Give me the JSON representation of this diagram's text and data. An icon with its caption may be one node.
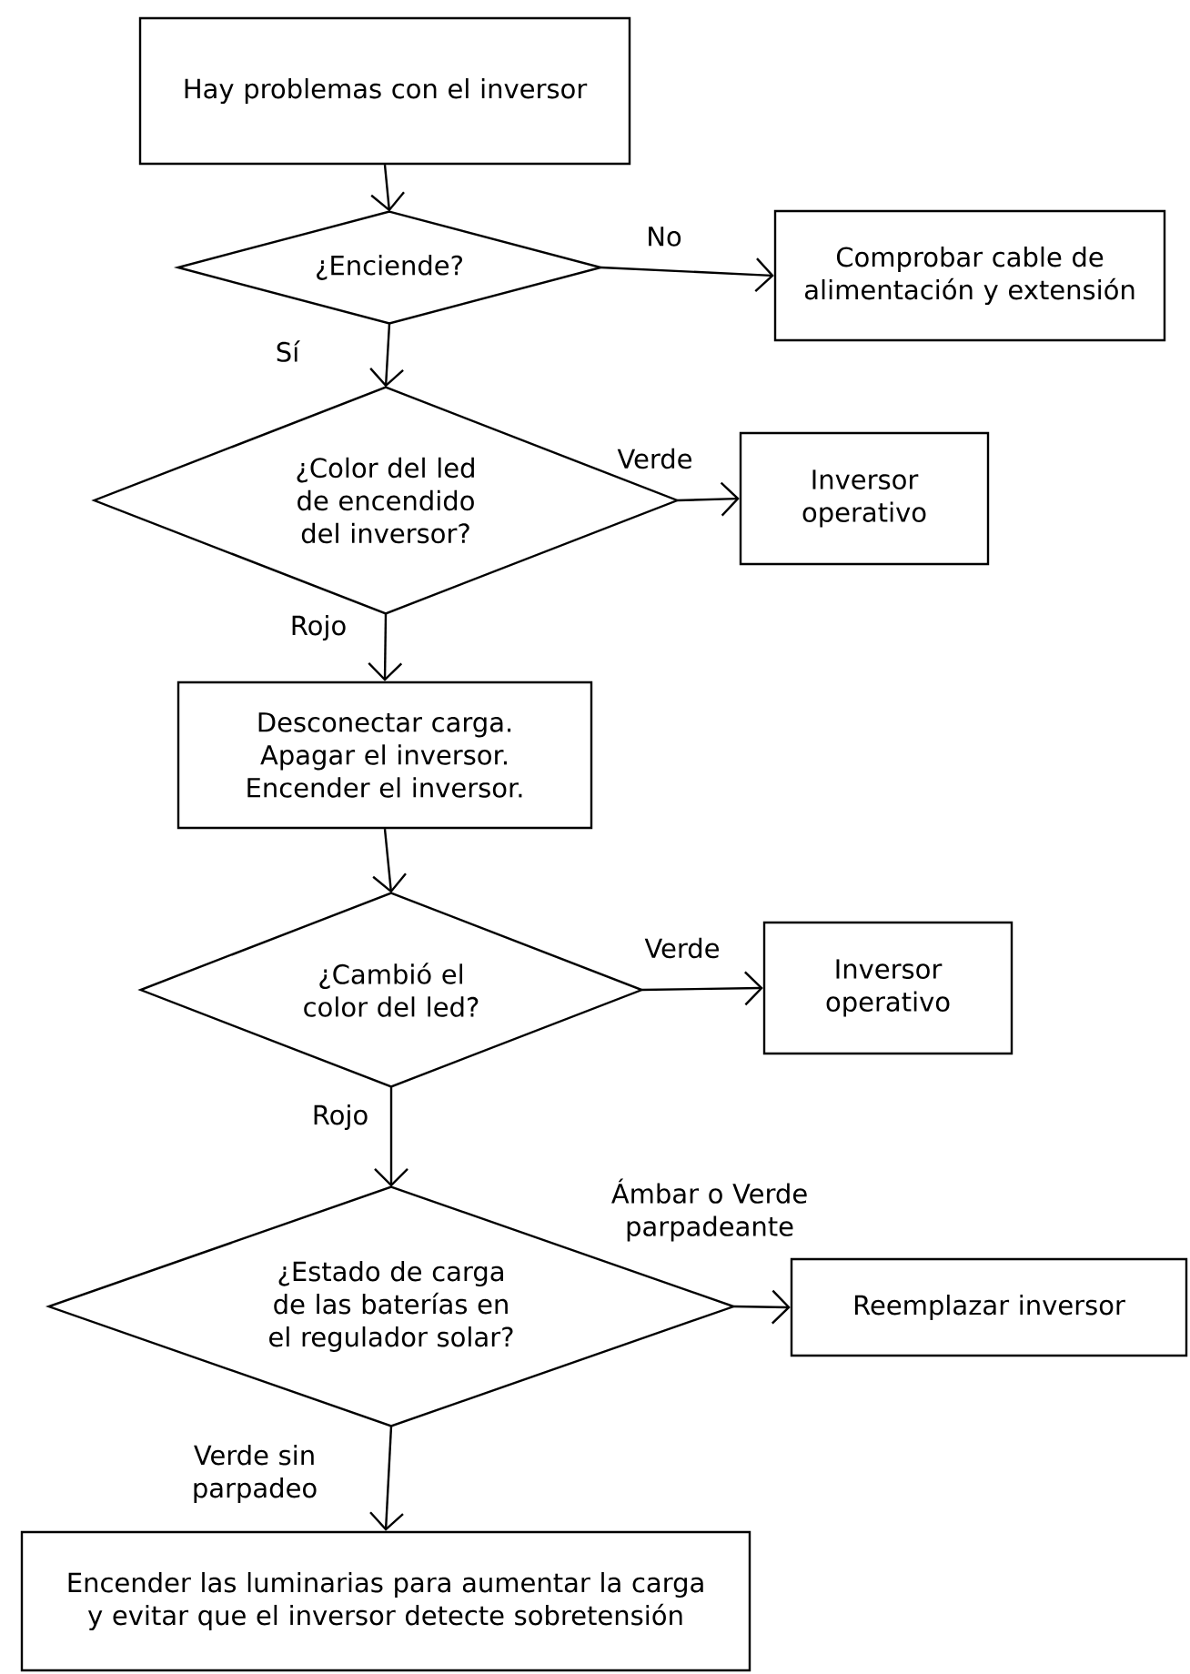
{
  "diagram": {
    "nodes": [
      {
        "text": [
          "Hay problemas con el inversor"
        ]
      },
      {
        "text": [
          "¿Enciende?"
        ]
      },
      {
        "text": [
          "Comprobar cable de alimentación y extensión"
        ]
      },
      {
        "text": [
          "¿Color del led de encendido del inversor?"
        ]
      },
      {
        "text": [
          "Inversor operativo"
        ]
      },
      {
        "text": [
          "Desconectar carga. Apagar el inversor. Encender el inversor."
        ]
      },
      {
        "text": [
          "¿Cambió el color del led?"
        ]
      },
      {
        "text": [
          "Inversor operativo"
        ]
      },
      {
        "text": [
          "¿Estado de carga de las baterías en el regulador solar?"
        ]
      },
      {
        "text": [
          "Reemplazar inversor"
        ]
      },
      {
        "text": [
          "Encender las luminarias para aumentar la carga y evitar que el inversor detecte sobretensión"
        ]
      }
    ],
    "edges": [
      {
        "from": 0,
        "to": 1,
        "arrow": "to"
      },
      {
        "from": 1,
        "to": 2,
        "arrow": "to",
        "label": "No"
      },
      {
        "from": 1,
        "to": 3,
        "arrow": "to",
        "label": "Sí"
      },
      {
        "from": 3,
        "to": 4,
        "arrow": "to",
        "label": "Verde"
      },
      {
        "from": 3,
        "to": 5,
        "arrow": "to",
        "label": "Rojo"
      },
      {
        "from": 5,
        "to": 6,
        "arrow": "to"
      },
      {
        "from": 6,
        "to": 7,
        "arrow": "to",
        "label": "Verde"
      },
      {
        "from": 6,
        "to": 8,
        "arrow": "to",
        "label": "Rojo"
      },
      {
        "from": 8,
        "to": 9,
        "arrow": "to",
        "label": "Ámbar o Verde parpadeante"
      },
      {
        "from": 8,
        "to": 10,
        "arrow": "to",
        "label": "Verde sin parpadeo"
      }
    ]
  }
}
